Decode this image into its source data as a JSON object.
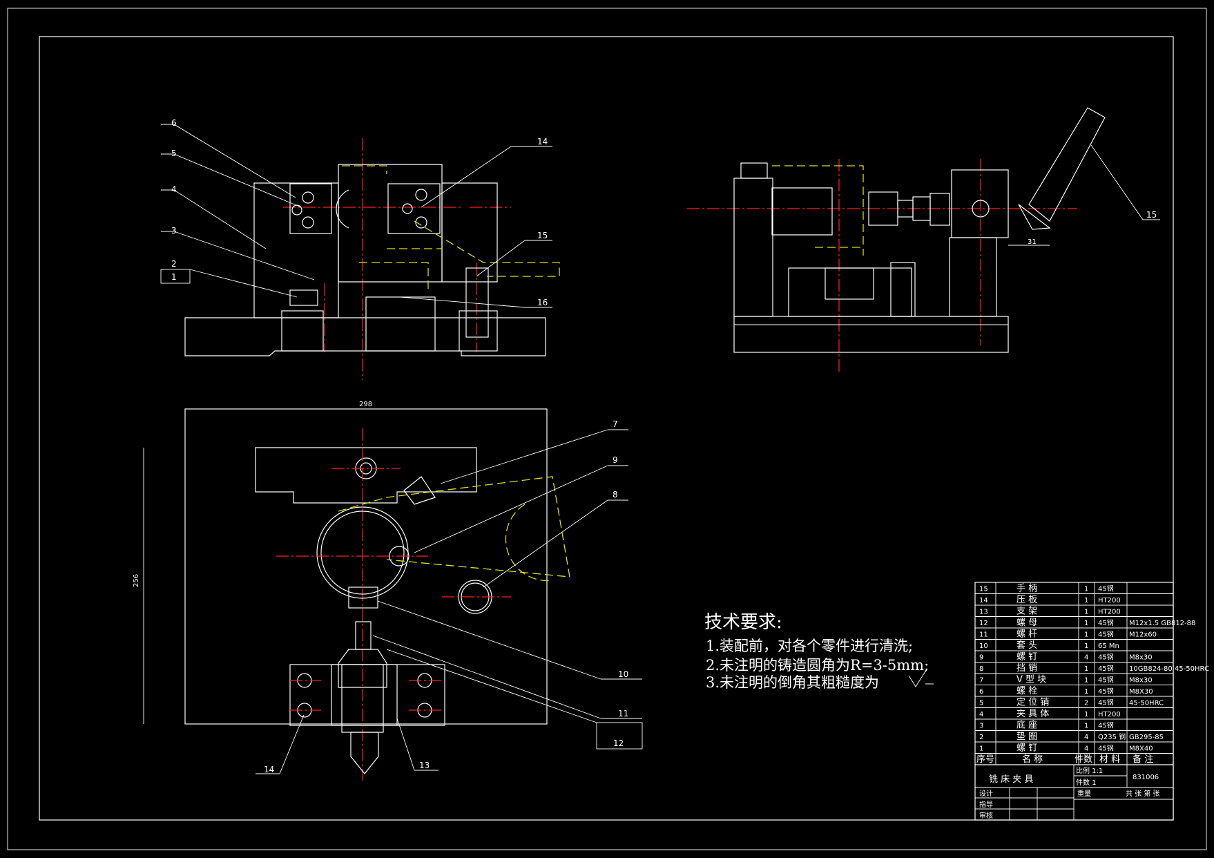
{
  "drawing": {
    "part_labels": {
      "front_view": [
        "6",
        "5",
        "4",
        "3",
        "2",
        "1",
        "14",
        "15",
        "16"
      ],
      "side_view": [
        "15"
      ],
      "top_view": [
        "7",
        "9",
        "8",
        "10",
        "11",
        "12",
        "14",
        "13"
      ]
    },
    "dimensions": {
      "side_offset": "31",
      "top_width": "298",
      "top_height": "256"
    },
    "colors": {
      "outline": "#ffffff",
      "centerline": "#ff2020",
      "phantom": "#e0e000",
      "background": "#000000"
    }
  },
  "requirements": {
    "title": "技术要求:",
    "items": [
      "1.装配前，对各个零件进行清洗;",
      "2.未注明的铸造圆角为R=3-5mm;",
      "3.未注明的倒角其粗糙度为"
    ]
  },
  "parts_table": {
    "rows": [
      {
        "no": "15",
        "name": "手 柄",
        "qty": "1",
        "material": "45钢",
        "note": ""
      },
      {
        "no": "14",
        "name": "压 板",
        "qty": "1",
        "material": "HT200",
        "note": ""
      },
      {
        "no": "13",
        "name": "支 架",
        "qty": "1",
        "material": "HT200",
        "note": ""
      },
      {
        "no": "12",
        "name": "螺 母",
        "qty": "1",
        "material": "45钢",
        "note": "M12x1.5 GB812-88"
      },
      {
        "no": "11",
        "name": "螺 杆",
        "qty": "1",
        "material": "45钢",
        "note": "M12x60"
      },
      {
        "no": "10",
        "name": "套 头",
        "qty": "1",
        "material": "65 Mn",
        "note": ""
      },
      {
        "no": "9",
        "name": "螺 钉",
        "qty": "4",
        "material": "45钢",
        "note": "M8x30"
      },
      {
        "no": "8",
        "name": "挡 销",
        "qty": "1",
        "material": "45钢",
        "note": "10GB824-80 45-50HRC"
      },
      {
        "no": "7",
        "name": "V 型 块",
        "qty": "1",
        "material": "45钢",
        "note": "M8x30"
      },
      {
        "no": "6",
        "name": "螺 栓",
        "qty": "1",
        "material": "45钢",
        "note": "M8X30"
      },
      {
        "no": "5",
        "name": "定 位 销",
        "qty": "2",
        "material": "45钢",
        "note": "45-50HRC"
      },
      {
        "no": "4",
        "name": "夹 具 体",
        "qty": "1",
        "material": "HT200",
        "note": ""
      },
      {
        "no": "3",
        "name": "底 座",
        "qty": "1",
        "material": "45钢",
        "note": ""
      },
      {
        "no": "2",
        "name": "垫 圈",
        "qty": "4",
        "material": "Q235 钢",
        "note": "GB295-85"
      },
      {
        "no": "1",
        "name": "螺 钉",
        "qty": "4",
        "material": "45钢",
        "note": "M8X40"
      }
    ],
    "header": {
      "no": "序号",
      "name": "名 称",
      "qty": "件数",
      "material": "材 料",
      "note": "备 注"
    },
    "title_block": {
      "drawing_name": "铣 床 夹 具",
      "scale_label": "比例",
      "scale": "1:1",
      "count_label": "件数",
      "count": "1",
      "drawing_no": "831006",
      "weight_label": "重量",
      "sheets": "共 张 第 张",
      "design": "设计",
      "guide": "指导",
      "review": "审核"
    }
  }
}
